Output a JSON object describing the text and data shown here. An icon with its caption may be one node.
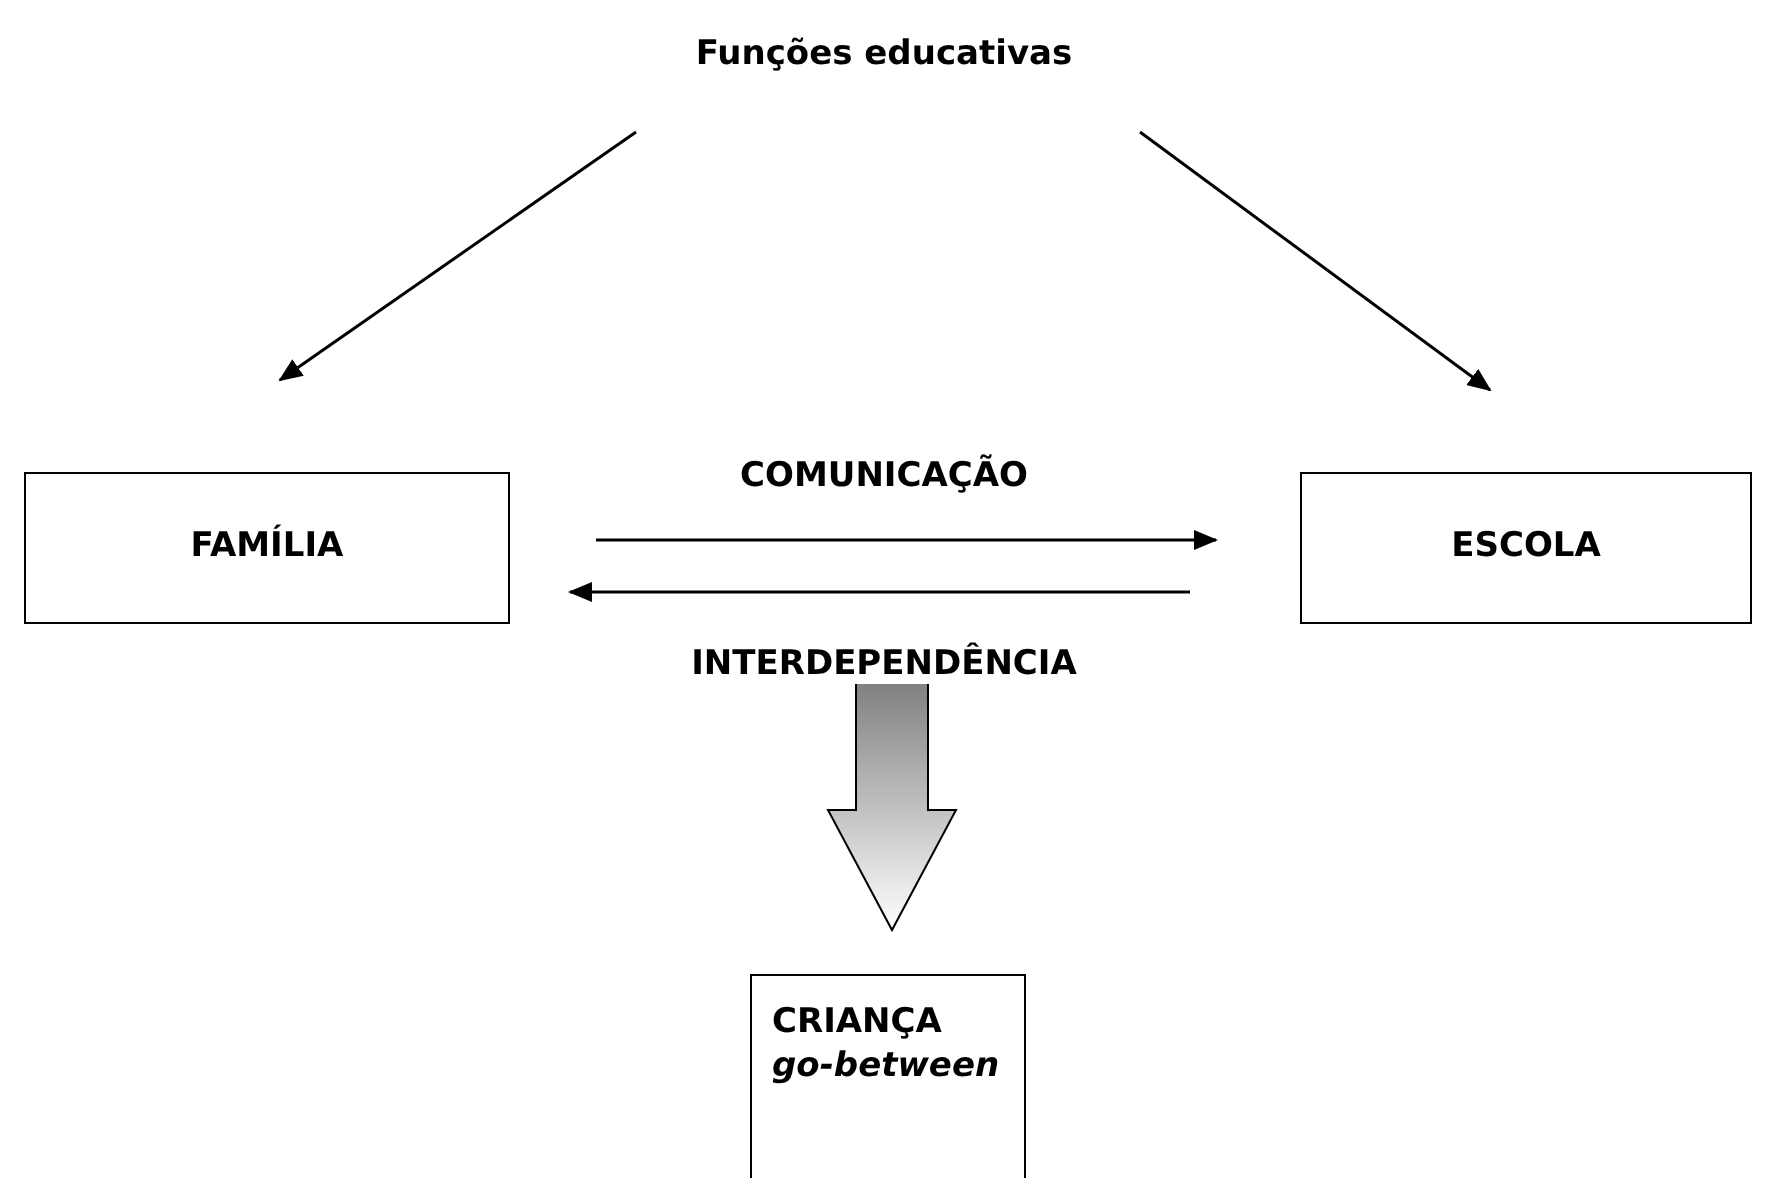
{
  "diagram": {
    "nodes": [
      {
        "text": [
          "Funções educativas"
        ]
      },
      {
        "text": [
          "FAMÍLIA"
        ]
      },
      {
        "text": [
          "ESCOLA"
        ]
      },
      {
        "text": [
          "CRIANÇA",
          "go-between"
        ]
      }
    ],
    "edges": [
      {
        "from": 0,
        "to": 1,
        "arrow": "to"
      },
      {
        "from": 0,
        "to": 2,
        "arrow": "to"
      },
      {
        "from": 1,
        "to": 2,
        "arrow": "to",
        "label": "COMUNICAÇÃO"
      },
      {
        "from": 2,
        "to": 1,
        "arrow": "to",
        "label": "INTERDEPENDÊNCIA"
      },
      {
        "from": null,
        "to": 3,
        "arrow": "to",
        "style": "thick"
      }
    ]
  }
}
